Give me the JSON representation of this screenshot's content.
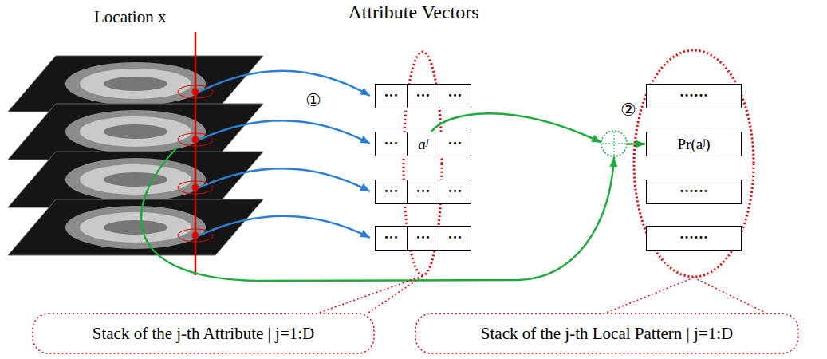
{
  "diagram": {
    "title": "Attribute Vectors",
    "nodes": [
      {
        "text": [
          "···"
        ]
      },
      {
        "text": [
          "···"
        ]
      },
      {
        "text": [
          "···"
        ]
      },
      {
        "text": [
          "···"
        ]
      },
      {
        "text": [
          "aʲ"
        ]
      },
      {
        "text": [
          "···"
        ]
      },
      {
        "text": [
          "···"
        ]
      },
      {
        "text": [
          "···"
        ]
      },
      {
        "text": [
          "···"
        ]
      },
      {
        "text": [
          "···"
        ]
      },
      {
        "text": [
          "···"
        ]
      },
      {
        "text": [
          "···"
        ]
      },
      {
        "text": [
          "······"
        ]
      },
      {
        "text": [
          "Pr(aʲ)"
        ]
      },
      {
        "text": [
          "······"
        ]
      },
      {
        "text": [
          "······"
        ]
      },
      {
        "text": [
          "Stack of the j-th Attribute | j=1:D"
        ]
      },
      {
        "text": [
          "Stack of the j-th Local Pattern | j=1:D"
        ]
      }
    ],
    "edges": [
      {
        "from": 4,
        "to": 13,
        "arrow": "to"
      }
    ],
    "labels": [
      "Location x",
      "①",
      "②"
    ]
  }
}
